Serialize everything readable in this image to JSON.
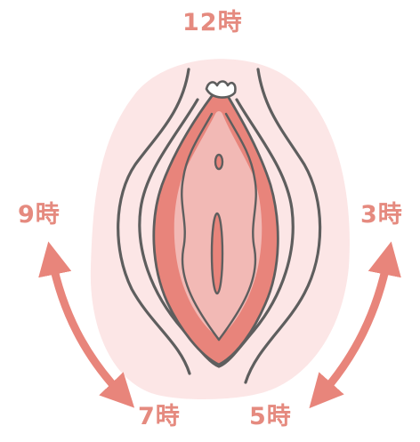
{
  "labels": {
    "twelve": "12時",
    "nine": "9時",
    "three": "3時",
    "seven": "7時",
    "five": "5時"
  },
  "colors": {
    "label_text": "#e58a7f",
    "arrow": "#e8857b",
    "background_blob": "#fce6e6",
    "outline": "#5e5e5e",
    "inner_red": "#e8847b",
    "inner_pink": "#f2b9b5"
  },
  "arrows": [
    {
      "name": "left-curved-double-arrow",
      "from": "nine",
      "to": "seven"
    },
    {
      "name": "right-curved-double-arrow",
      "from": "three",
      "to": "five"
    }
  ]
}
